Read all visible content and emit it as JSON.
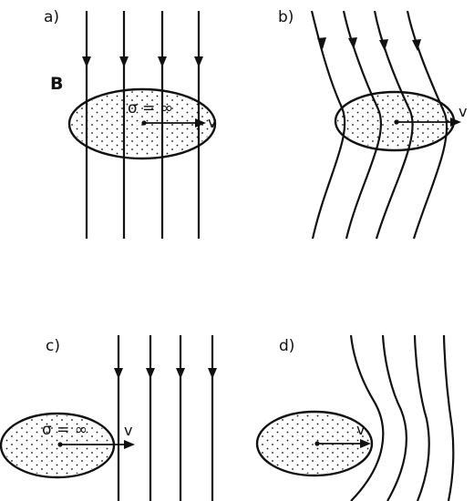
{
  "labels": {
    "a": "a)",
    "b": "b)",
    "c": "c)",
    "d": "d)",
    "field": "B",
    "sigma_a": "σ = ∞",
    "sigma_c": "σ = ∞",
    "v_a": "v",
    "v_b": "v",
    "v_c": "v",
    "v_d": "v"
  },
  "colors": {
    "ink": "#111111",
    "background": "#ffffff"
  }
}
